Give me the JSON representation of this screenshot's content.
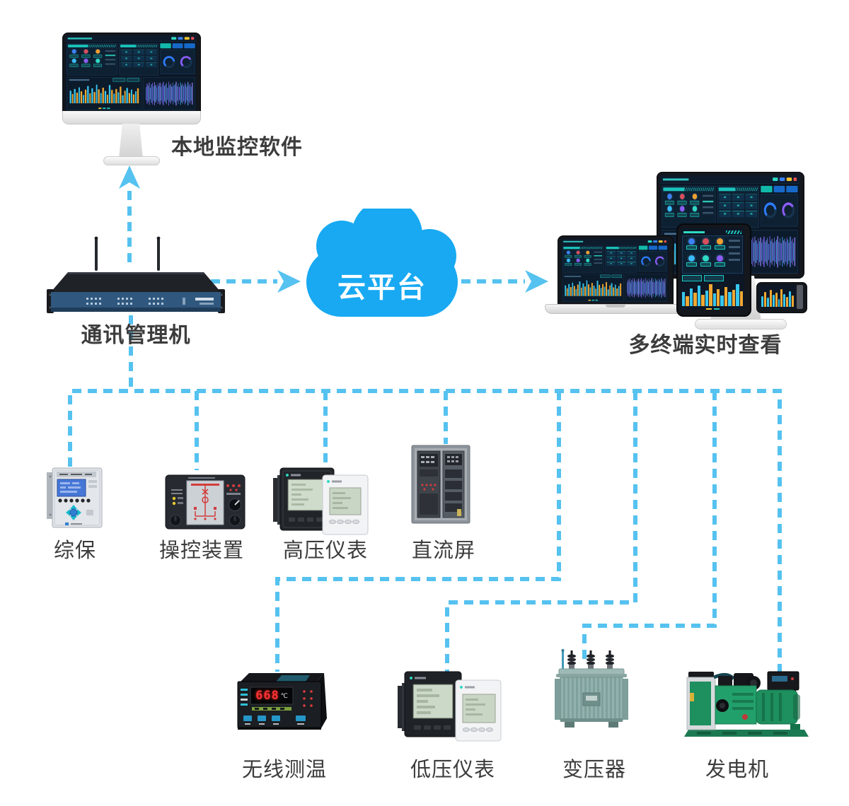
{
  "nodes": {
    "local_monitor": {
      "label": "本地监控软件"
    },
    "gateway": {
      "label": "通讯管理机"
    },
    "cloud": {
      "label": "云平台"
    },
    "terminals": {
      "label": "多终端实时查看"
    }
  },
  "devices": [
    {
      "id": "protection-relay",
      "label": "综保"
    },
    {
      "id": "control-device",
      "label": "操控装置"
    },
    {
      "id": "hv-meter",
      "label": "高压仪表"
    },
    {
      "id": "dc-panel",
      "label": "直流屏"
    },
    {
      "id": "wireless-temp",
      "label": "无线测温",
      "led_value": "668",
      "led_unit": "℃"
    },
    {
      "id": "lv-meter",
      "label": "低压仪表"
    },
    {
      "id": "transformer",
      "label": "变压器"
    },
    {
      "id": "generator",
      "label": "发电机"
    }
  ],
  "colors": {
    "connector": "#55C2F0",
    "cloud": "#18A9F2",
    "label": "#3C3C3C"
  },
  "screen": {
    "bar_colors": [
      "#38c6ee",
      "#f0a832"
    ],
    "bars": [
      62,
      45,
      70,
      52,
      78,
      58,
      40,
      66,
      84,
      48,
      72,
      55,
      90,
      68,
      50,
      76,
      60,
      42,
      88,
      64,
      46,
      70,
      54,
      80,
      38,
      62,
      74,
      50,
      66,
      44,
      58,
      72
    ],
    "wave_colors": [
      "#4f74d8",
      "#7a5cf0",
      "#3aa8e8",
      "#8f7df2",
      "#5d8ef0"
    ],
    "wave": [
      55,
      80,
      65,
      92,
      48,
      75,
      88,
      60,
      95,
      70,
      52,
      84,
      66,
      90,
      58,
      78,
      94,
      62,
      72,
      86,
      50,
      96,
      68,
      82,
      57,
      90,
      64,
      76,
      98,
      60,
      85,
      54,
      92,
      70,
      80,
      63,
      88,
      75,
      58,
      94,
      67,
      81,
      56,
      89
    ],
    "tablet_bars": [
      60,
      42,
      75,
      55,
      85,
      48,
      65,
      90,
      52,
      70,
      45,
      80,
      58,
      68,
      92,
      62
    ],
    "phone_bars": [
      55,
      75,
      45,
      85,
      60,
      70,
      40,
      90,
      65,
      50,
      80,
      58
    ]
  }
}
